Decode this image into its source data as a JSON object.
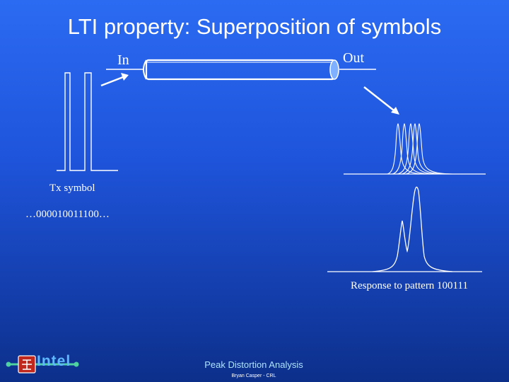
{
  "title": "LTI property: Superposition of symbols",
  "labels": {
    "in": "In",
    "out": "Out",
    "tx_symbol": "Tx symbol",
    "bit_pattern": "…000010011100…",
    "response": "Response to pattern 100111"
  },
  "footer": {
    "logo_text": "Intel",
    "presentation": "Peak Distortion Analysis",
    "author": "Bryan Casper - CRL"
  },
  "colors": {
    "background_top": "#2b6bf2",
    "background_bottom": "#0c2f8a",
    "foreground": "#ffffff",
    "footer_text": "#aee3ff"
  }
}
